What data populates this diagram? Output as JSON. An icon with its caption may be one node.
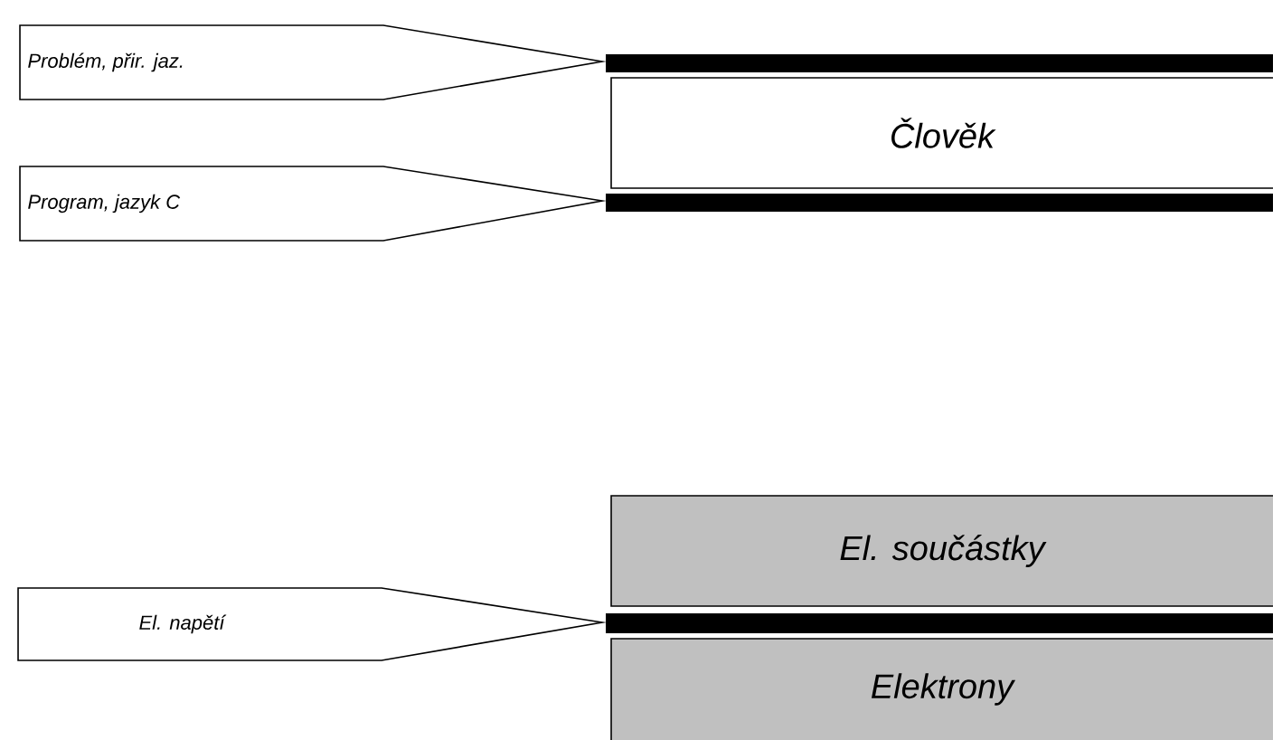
{
  "diagram": {
    "nodes": [
      {
        "text": [
          "Problém, přir. jaz."
        ]
      },
      {
        "text": [
          "Člověk"
        ]
      },
      {
        "text": [
          "Program, jazyk C"
        ]
      },
      {
        "text": [
          "El. součástky"
        ]
      },
      {
        "text": [
          "El. napětí"
        ]
      },
      {
        "text": [
          "Elektrony"
        ]
      }
    ]
  }
}
